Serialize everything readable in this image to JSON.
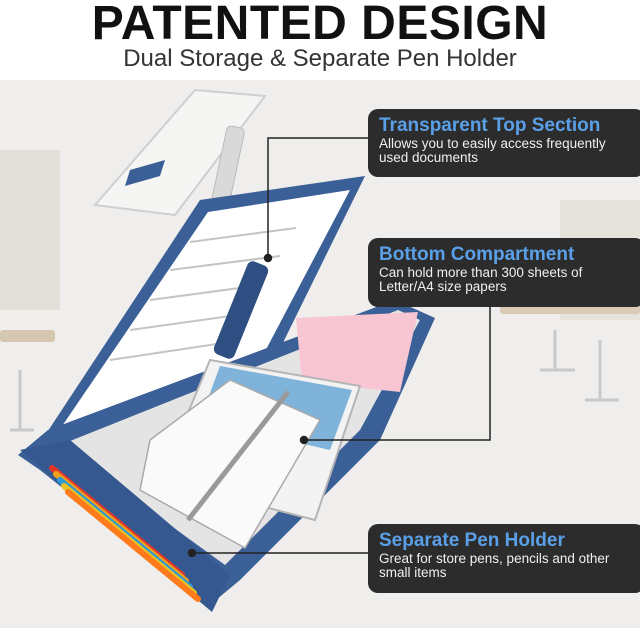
{
  "header": {
    "headline": "PATENTED DESIGN",
    "subline": "Dual Storage & Separate Pen Holder"
  },
  "callouts": [
    {
      "title": "Transparent Top Section",
      "desc": "Allows you to easily access frequently used documents"
    },
    {
      "title": "Bottom Compartment",
      "desc": "Can hold more than 300 sheets of Letter/A4 size papers"
    },
    {
      "title": "Separate Pen Holder",
      "desc": "Great for store pens, pencils and other small items"
    }
  ],
  "colors": {
    "callout_bg": "#2c2c2c",
    "callout_title": "#5aa0e8",
    "case_blue": "#3b5f97",
    "note_pink": "#f7c6d2"
  }
}
